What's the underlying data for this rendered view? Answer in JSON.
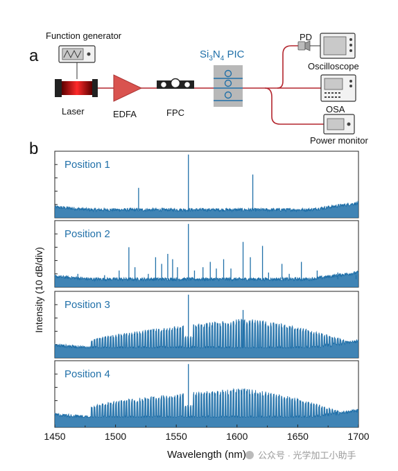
{
  "figure": {
    "panel_a_label": "a",
    "panel_b_label": "b",
    "setup": {
      "function_generator": "Function generator",
      "laser": "Laser",
      "edfa": "EDFA",
      "fpc": "FPC",
      "chip_prefix": "Si",
      "chip_sub1": "3",
      "chip_mid": "N",
      "chip_sub2": "4",
      "chip_suffix": " PIC",
      "pd": "PD",
      "oscilloscope": "Oscilloscope",
      "osa": "OSA",
      "power_monitor": "Power monitor"
    },
    "colors": {
      "spectrum": "#1f6fa8",
      "fiber": "#b3252d",
      "edfa": "#d9534f",
      "chip": "#b0b0b0",
      "chip_label": "#1f6fa8"
    },
    "watermark": "公众号 · 光学加工小助手"
  },
  "chart_data": {
    "type": "line",
    "xlabel": "Wavelength (nm)",
    "ylabel": "Intensity (10 dB/div)",
    "xlim": [
      1450,
      1700
    ],
    "x_ticks": [
      "1450",
      "1500",
      "1550",
      "1600",
      "1650",
      "1700"
    ],
    "pump_nm": 1560,
    "series": [
      {
        "name": "Position 1",
        "type": "sparse",
        "floor": 0.12,
        "peaks": [
          [
            1519,
            0.45
          ],
          [
            1560,
            0.95
          ],
          [
            1613,
            0.65
          ]
        ]
      },
      {
        "name": "Position 2",
        "type": "sparse",
        "floor": 0.12,
        "peaks": [
          [
            1469,
            0.2
          ],
          [
            1491,
            0.18
          ],
          [
            1503,
            0.25
          ],
          [
            1511,
            0.6
          ],
          [
            1516,
            0.3
          ],
          [
            1527,
            0.2
          ],
          [
            1533,
            0.45
          ],
          [
            1538,
            0.35
          ],
          [
            1543,
            0.5
          ],
          [
            1547,
            0.42
          ],
          [
            1551,
            0.3
          ],
          [
            1560,
            0.95
          ],
          [
            1565,
            0.25
          ],
          [
            1572,
            0.3
          ],
          [
            1578,
            0.38
          ],
          [
            1583,
            0.28
          ],
          [
            1589,
            0.42
          ],
          [
            1595,
            0.28
          ],
          [
            1605,
            0.68
          ],
          [
            1611,
            0.45
          ],
          [
            1621,
            0.62
          ],
          [
            1626,
            0.22
          ],
          [
            1637,
            0.35
          ],
          [
            1643,
            0.2
          ],
          [
            1653,
            0.38
          ],
          [
            1666,
            0.25
          ],
          [
            1683,
            0.22
          ],
          [
            1698,
            0.18
          ]
        ]
      },
      {
        "name": "Position 3",
        "type": "comb",
        "floor": 0.15,
        "comb_spacing_nm": 2.2,
        "envelope_left": 0.25,
        "envelope_center": 1605,
        "envelope_peak": 0.55,
        "envelope_right": 0.25,
        "extra_peaks": [
          [
            1560,
            0.95
          ],
          [
            1605,
            0.72
          ]
        ]
      },
      {
        "name": "Position 4",
        "type": "comb",
        "floor": 0.15,
        "comb_spacing_nm": 2.2,
        "envelope_left": 0.3,
        "envelope_center": 1600,
        "envelope_peak": 0.55,
        "envelope_right": 0.2,
        "extra_peaks": [
          [
            1560,
            0.95
          ]
        ]
      }
    ]
  }
}
